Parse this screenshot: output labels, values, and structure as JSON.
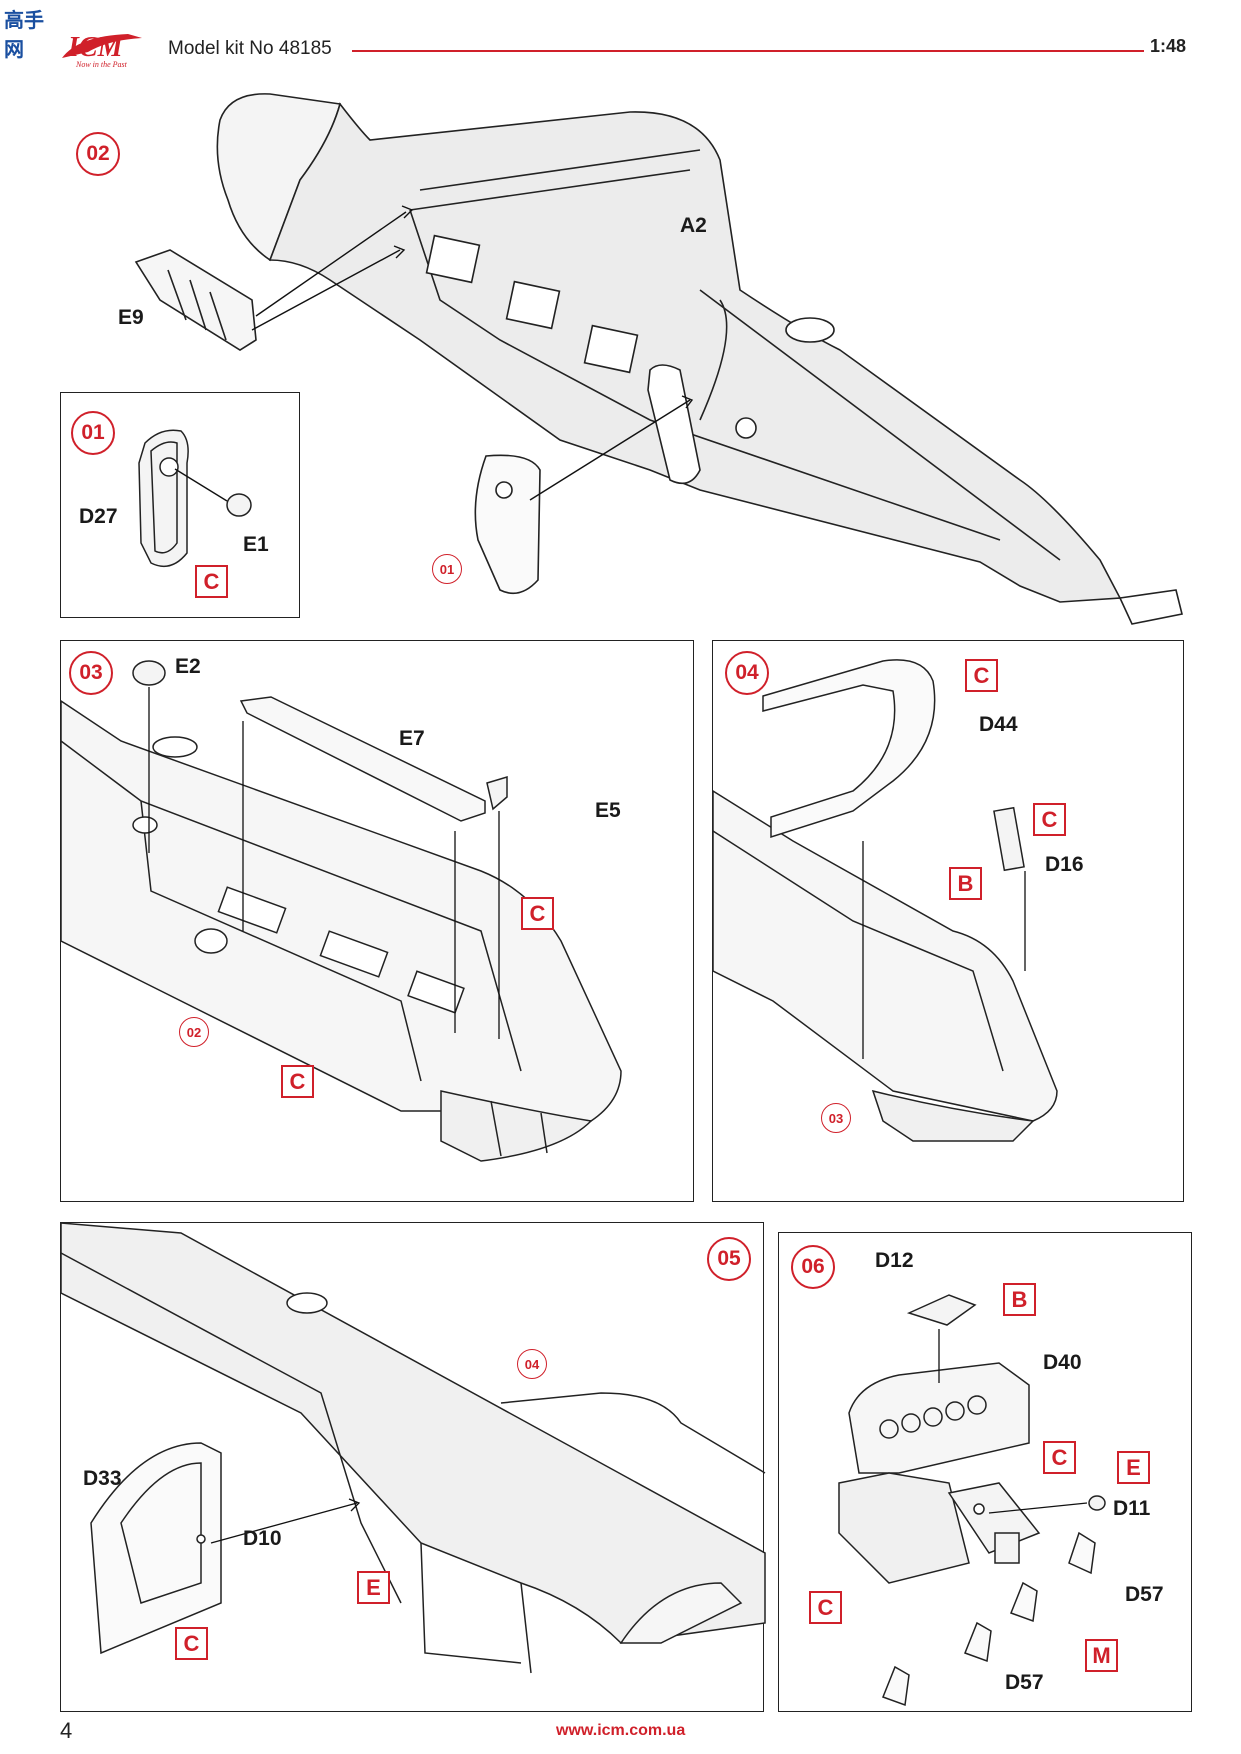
{
  "header": {
    "logo_text": "ICM",
    "logo_tagline": "Now in the Past",
    "watermark": "高手网",
    "title": "Model kit No 48185",
    "scale": "1:48"
  },
  "footer": {
    "page_number": "4",
    "url": "www.icm.com.ua"
  },
  "steps": {
    "s01": {
      "number": "01",
      "parts": [
        "D27",
        "E1"
      ],
      "color": "C"
    },
    "s02": {
      "number": "02",
      "parts": [
        "A2",
        "E9"
      ],
      "ref": "01"
    },
    "s03": {
      "number": "03",
      "parts": [
        "E2",
        "E7",
        "E5"
      ],
      "colors": [
        "C",
        "C"
      ],
      "ref": "02"
    },
    "s04": {
      "number": "04",
      "parts": [
        "D44",
        "D16"
      ],
      "colors": [
        "C",
        "C",
        "B"
      ],
      "ref": "03"
    },
    "s05": {
      "number": "05",
      "parts": [
        "D33",
        "D10"
      ],
      "colors": [
        "C",
        "E"
      ],
      "ref": "04"
    },
    "s06": {
      "number": "06",
      "parts": [
        "D12",
        "D40",
        "D11",
        "D57",
        "D57"
      ],
      "colors": [
        "B",
        "C",
        "E",
        "C",
        "M"
      ]
    }
  },
  "colors": {
    "accent": "#d0202a",
    "line": "#222222"
  }
}
